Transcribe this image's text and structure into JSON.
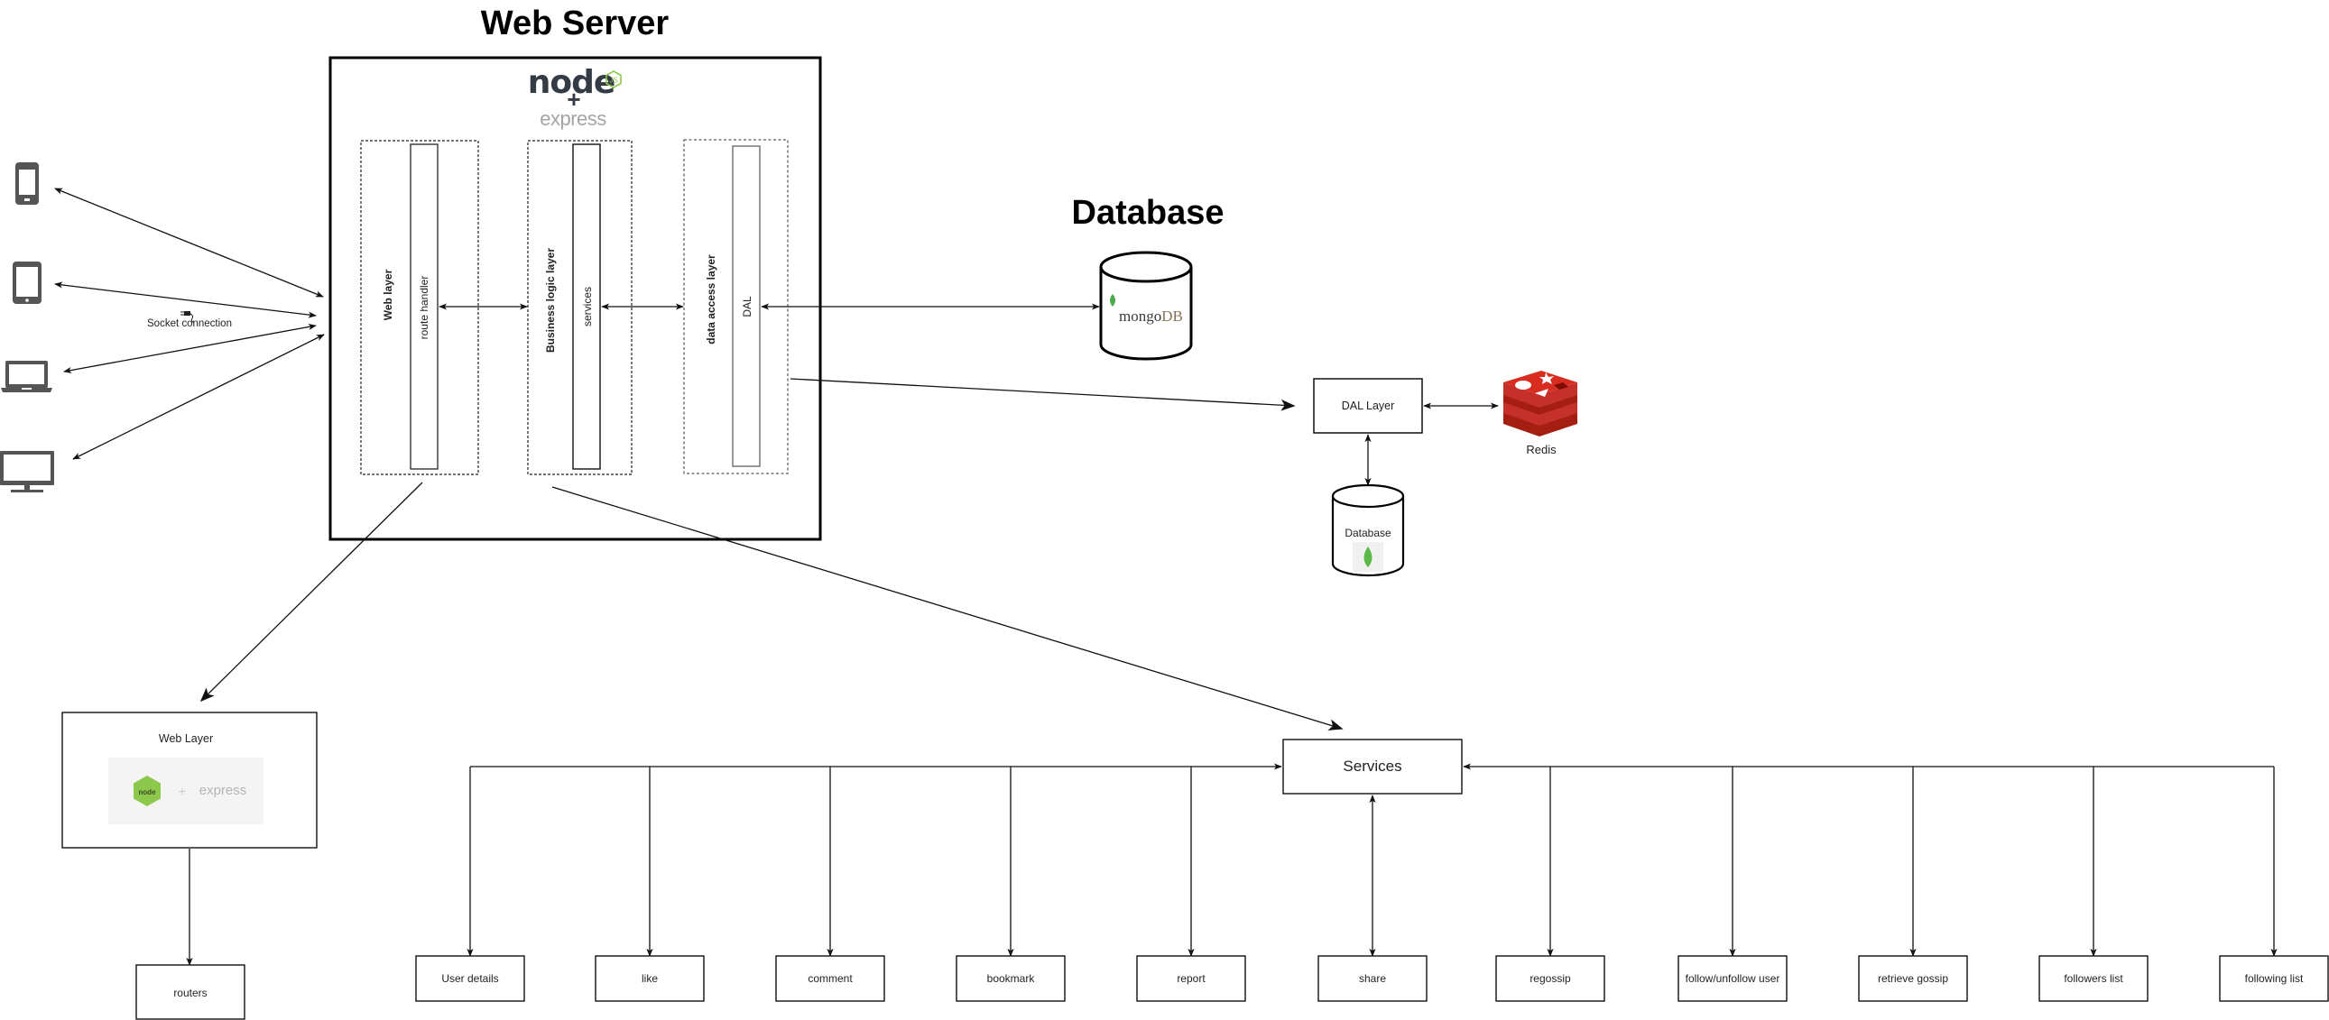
{
  "titles": {
    "web_server": "Web Server",
    "database": "Database"
  },
  "web_server": {
    "logo_node": "node",
    "logo_js": "JS",
    "logo_plus": "+",
    "logo_express": "express",
    "layers": [
      {
        "group_label": "Web layer",
        "inner_label": "route handler"
      },
      {
        "group_label": "Business logic layer",
        "inner_label": "services"
      },
      {
        "group_label": "data access layer",
        "inner_label": "DAL"
      }
    ]
  },
  "clients": {
    "devices": [
      {
        "name": "phone-icon"
      },
      {
        "name": "tablet-icon"
      },
      {
        "name": "laptop-icon"
      },
      {
        "name": "monitor-icon"
      }
    ],
    "connection_label": "Socket connection"
  },
  "database": {
    "main_label": "mongoDB",
    "main_label_a": "mongo",
    "main_label_b": "DB"
  },
  "dal_cluster": {
    "dal_layer_label": "DAL Layer",
    "redis_label": "Redis",
    "db_label": "Database"
  },
  "web_layer_box": {
    "title": "Web Layer",
    "logo_node": "node",
    "logo_plus": "+",
    "logo_express": "express",
    "child_label": "routers"
  },
  "services": {
    "label": "Services",
    "items": [
      "User details",
      "like",
      "comment",
      "bookmark",
      "report",
      "share",
      "regossip",
      "follow/unfollow user",
      "retrieve gossip",
      "followers list",
      "following list"
    ]
  },
  "colors": {
    "node_green": "#8cc84b",
    "node_dark": "#333b44",
    "express_gray": "#9a9a9a",
    "mongo_green": "#4fa94d",
    "mongo_brown": "#6b5a44",
    "redis_red": "#c6302b",
    "device_gray": "#555555"
  }
}
